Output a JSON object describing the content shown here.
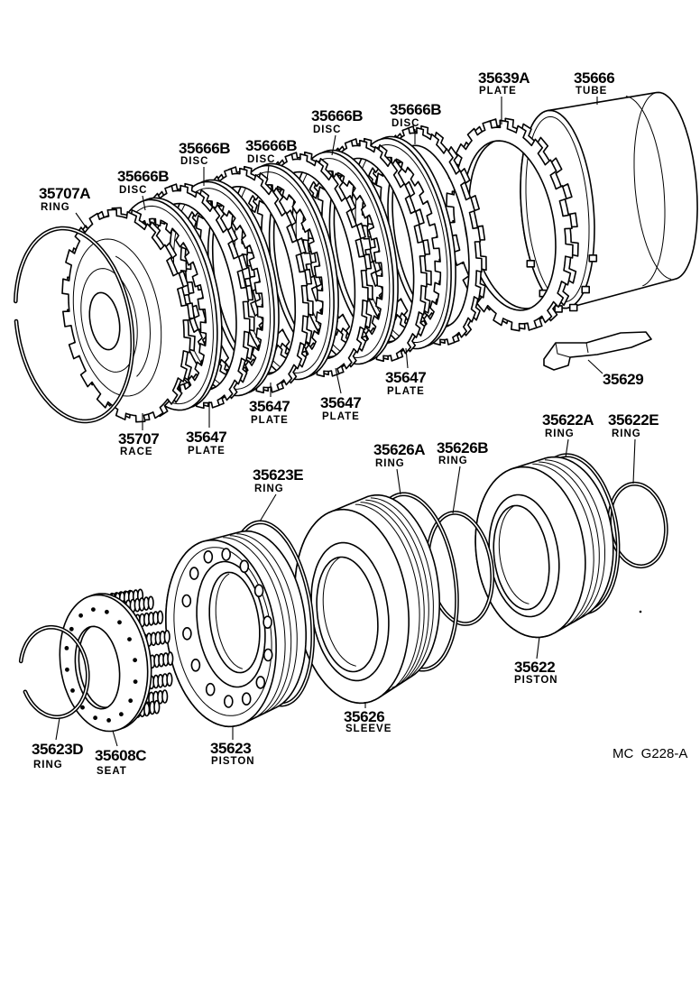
{
  "colors": {
    "ink": "#000000",
    "paper": "#ffffff"
  },
  "figure_code": "MC  G228-A",
  "callouts": [
    {
      "number": "35639A",
      "name": "PLATE"
    },
    {
      "number": "35666",
      "name": "TUBE"
    },
    {
      "number": "35666B",
      "name": "DISC"
    },
    {
      "number": "35666B",
      "name": "DISC"
    },
    {
      "number": "35666B",
      "name": "DISC"
    },
    {
      "number": "35666B",
      "name": "DISC"
    },
    {
      "number": "35666B",
      "name": "DISC"
    },
    {
      "number": "35707A",
      "name": "RING"
    },
    {
      "number": "35647",
      "name": "PLATE"
    },
    {
      "number": "35629"
    },
    {
      "number": "35647",
      "name": "PLATE"
    },
    {
      "number": "35647",
      "name": "PLATE"
    },
    {
      "number": "35707",
      "name": "RACE"
    },
    {
      "number": "35647",
      "name": "PLATE"
    },
    {
      "number": "35622A",
      "name": "RING"
    },
    {
      "number": "35622E",
      "name": "RING"
    },
    {
      "number": "35626A",
      "name": "RING"
    },
    {
      "number": "35626B",
      "name": "RING"
    },
    {
      "number": "35623E",
      "name": "RING"
    },
    {
      "number": "35622",
      "name": "PISTON"
    },
    {
      "number": "35626",
      "name": "SLEEVE"
    },
    {
      "number": "35623D",
      "name": "RING"
    },
    {
      "number": "35608C",
      "name": "SEAT"
    },
    {
      "number": "35623",
      "name": "PISTON"
    }
  ]
}
